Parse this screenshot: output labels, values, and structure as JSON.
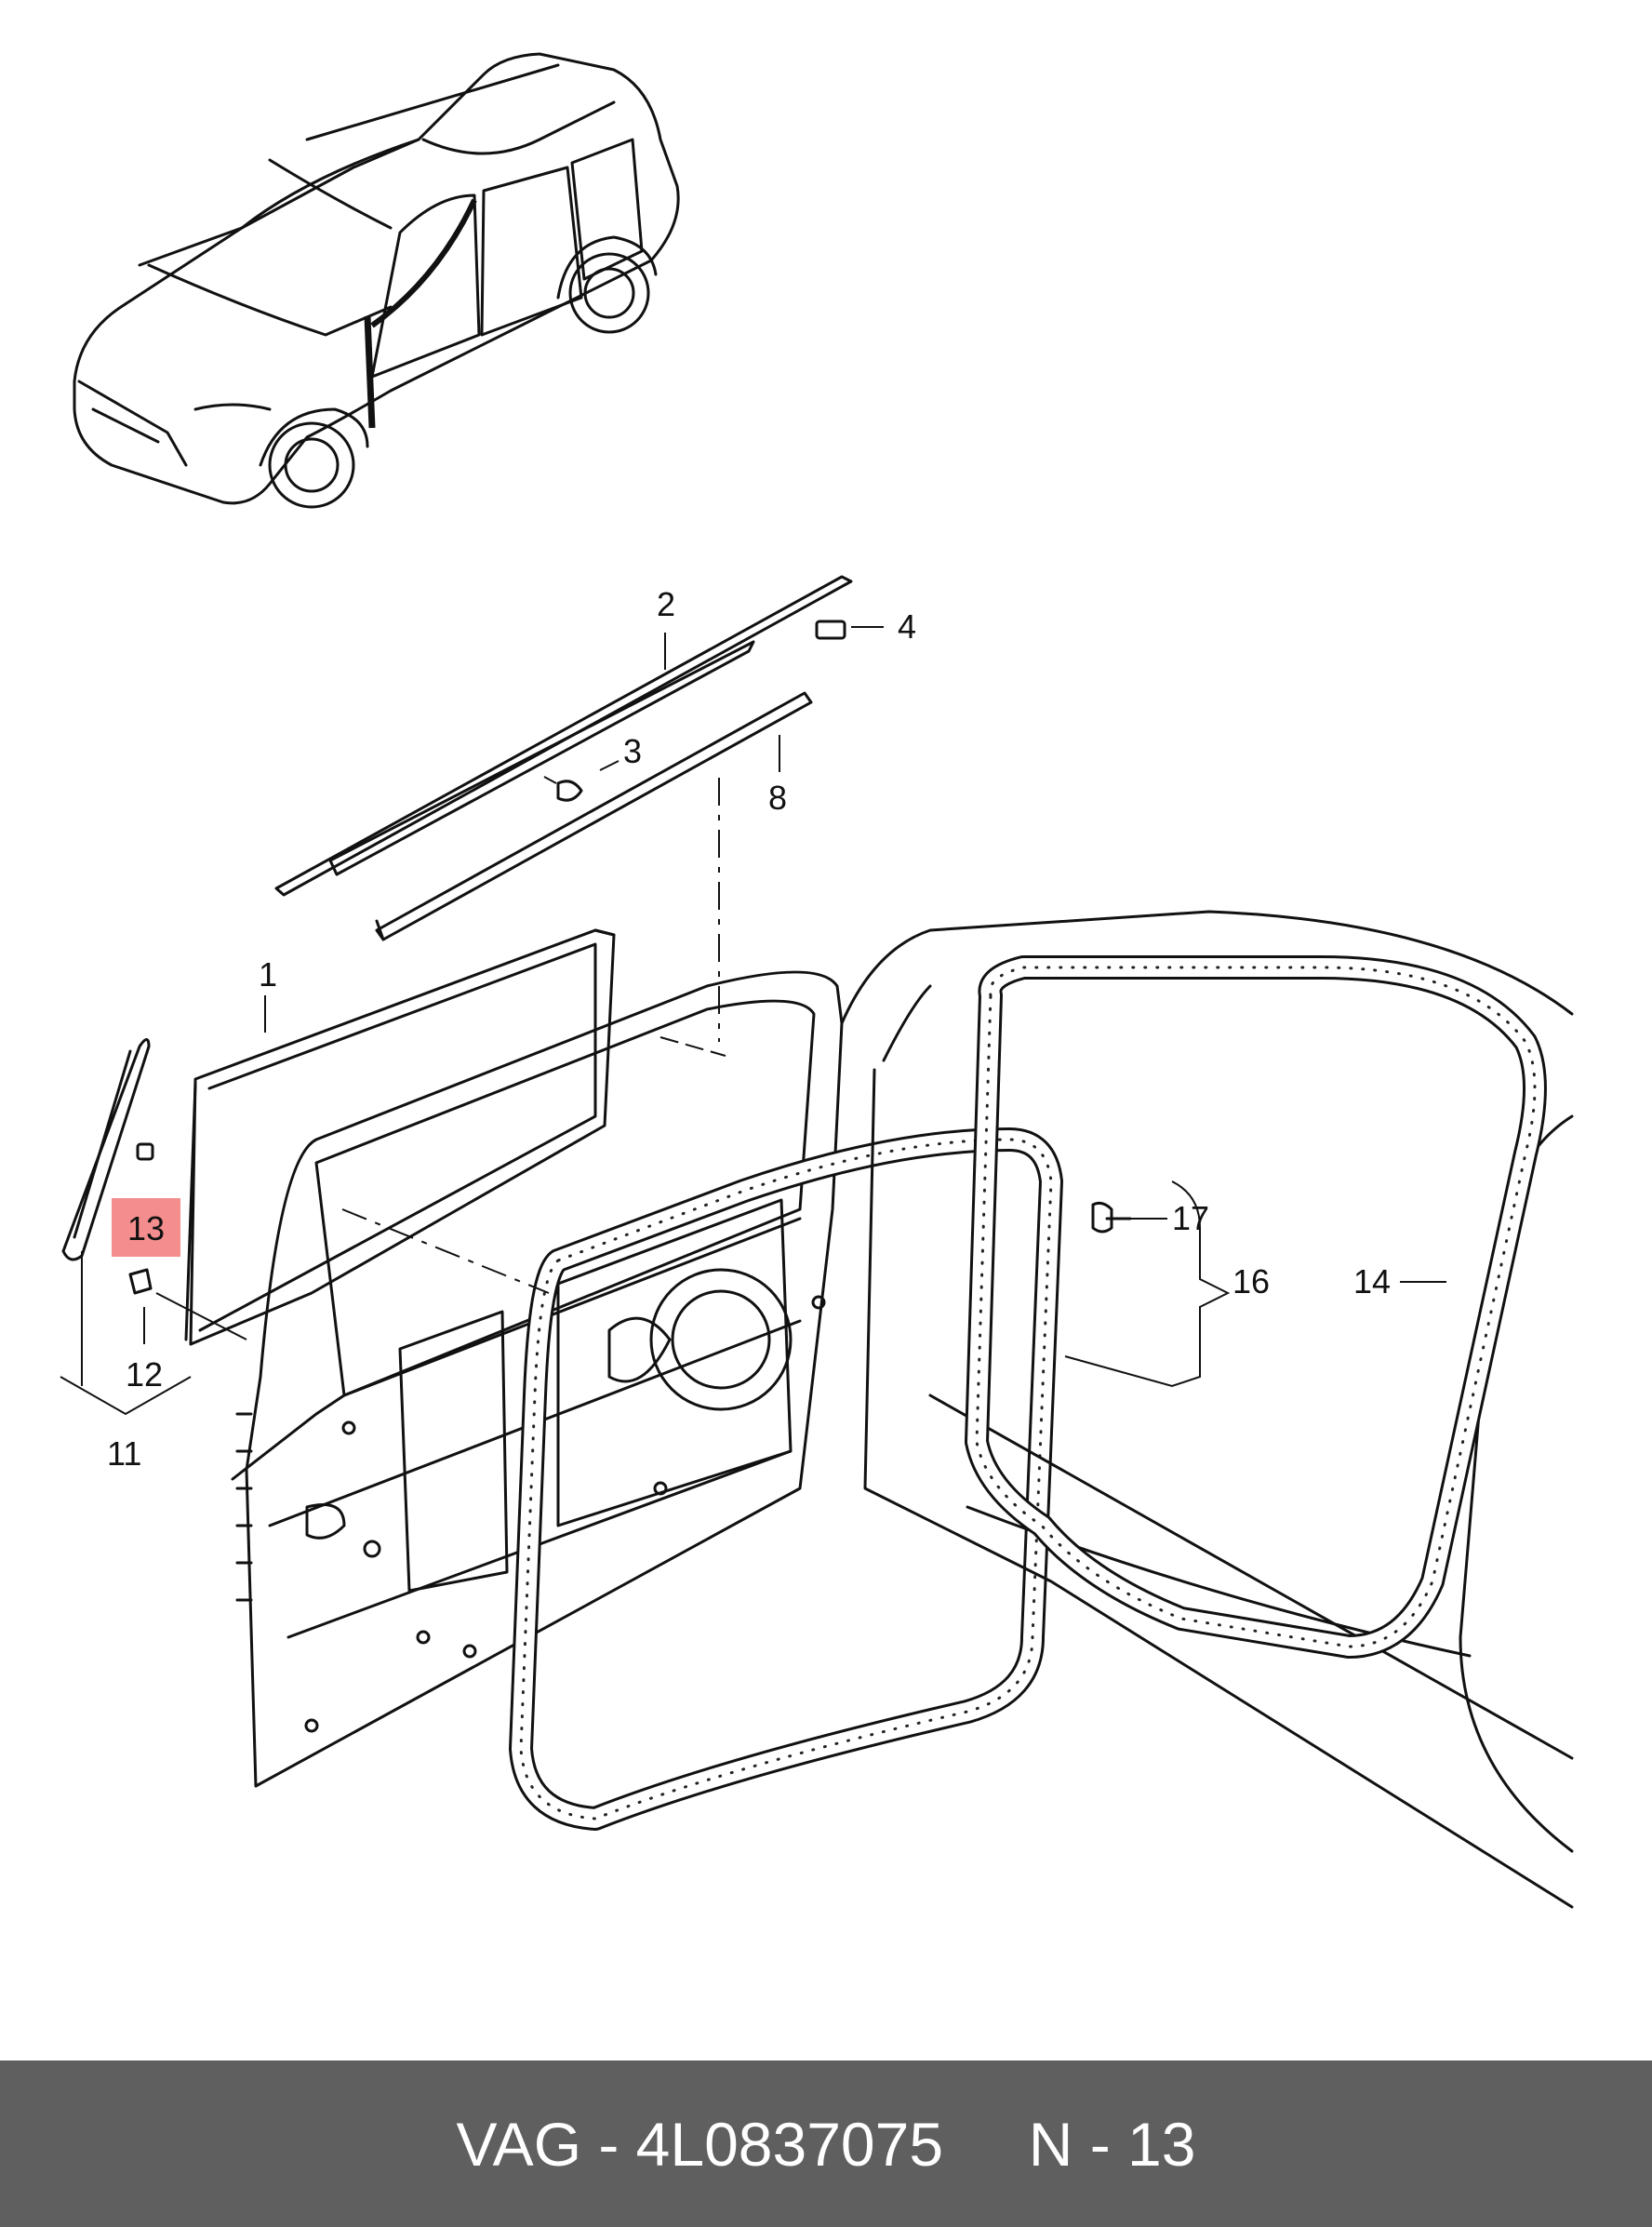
{
  "diagram": {
    "callouts": [
      {
        "id": "1",
        "label": "1"
      },
      {
        "id": "2",
        "label": "2"
      },
      {
        "id": "3",
        "label": "3"
      },
      {
        "id": "4",
        "label": "4"
      },
      {
        "id": "8",
        "label": "8"
      },
      {
        "id": "11",
        "label": "11"
      },
      {
        "id": "12",
        "label": "12"
      },
      {
        "id": "13",
        "label": "13",
        "highlighted": true
      },
      {
        "id": "14",
        "label": "14"
      },
      {
        "id": "16",
        "label": "16"
      },
      {
        "id": "17",
        "label": "17"
      }
    ],
    "highlight_color": "#f48d8d"
  },
  "footer": {
    "text": "VAG - 4L0837075     N - 13",
    "background": "#5f5f5f",
    "text_color": "#ffffff"
  }
}
